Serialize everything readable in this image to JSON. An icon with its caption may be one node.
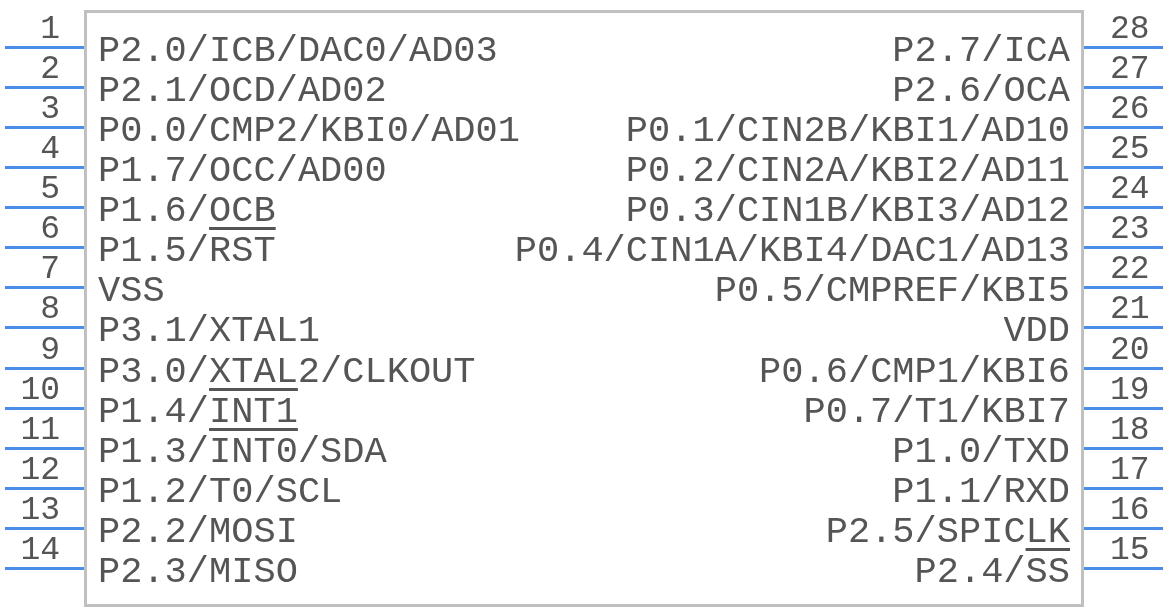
{
  "diagram": {
    "labels": [
      "1",
      "P2.0/ICB/DAC0/AD03",
      "P2.7/ICA",
      "28",
      "2",
      "P2.1/OCD/AD02",
      "P2.6/OCA",
      "27",
      "3",
      "P0.0/CMP2/KBI0/AD01",
      "P0.1/CIN2B/KBI1/AD10",
      "26",
      "4",
      "P1.7/OCC/AD00",
      "P0.2/CIN2A/KBI2/AD11",
      "25",
      "5",
      "P1.6/OCB",
      "P0.3/CIN1B/KBI3/AD12",
      "24",
      "6",
      "P1.5/RST",
      "P0.4/CIN1A/KBI4/DAC1/AD13",
      "23",
      "7",
      "VSS",
      "P0.5/CMPREF/KBI5",
      "22",
      "8",
      "P3.1/XTAL1",
      "VDD",
      "21",
      "9",
      "P3.0/XTAL2/CLKOUT",
      "P0.6/CMP1/KBI6",
      "20",
      "10",
      "P1.4/INT1",
      "P0.7/T1/KBI7",
      "19",
      "11",
      "P1.3/INT0/SDA",
      "P1.0/TXD",
      "18",
      "12",
      "P1.2/T0/SCL",
      "P1.1/RXD",
      "17",
      "13",
      "P2.2/MOSI",
      "P2.5/SPICLK",
      "16",
      "14",
      "P2.3/MISO",
      "P2.4/SS",
      "15"
    ]
  }
}
